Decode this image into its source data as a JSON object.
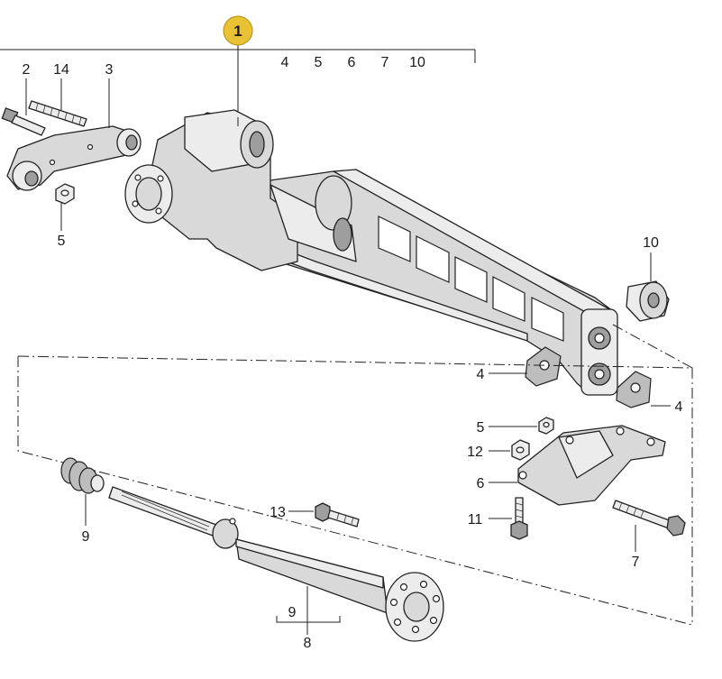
{
  "diagram": {
    "main_part_badge": "1",
    "badge_color": "#e8c234",
    "main_part_sub_refs": [
      "4",
      "5",
      "6",
      "7",
      "10"
    ],
    "callouts": {
      "c2": "2",
      "c14": "14",
      "c3": "3",
      "c5_left": "5",
      "c10": "10",
      "c4_left": "4",
      "c4_right": "4",
      "c5_right": "5",
      "c12": "12",
      "c6": "6",
      "c11": "11",
      "c7": "7",
      "c13": "13",
      "c9_left": "9",
      "c9_bottom": "9",
      "c8": "8"
    }
  }
}
